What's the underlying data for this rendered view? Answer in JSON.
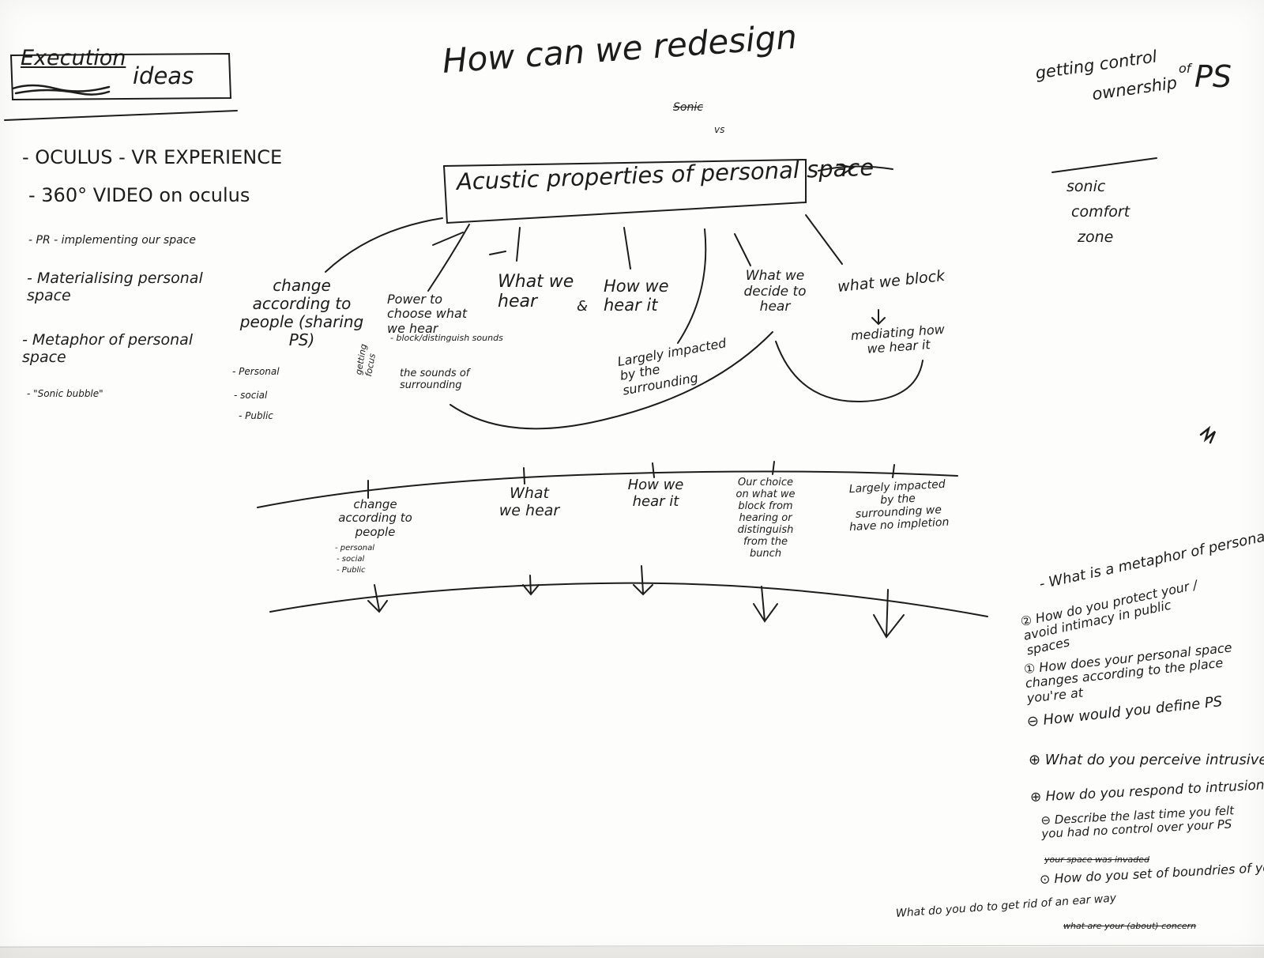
{
  "header": {
    "execution_label": "Execution",
    "ideas_label": "ideas",
    "title": "How can we redesign",
    "struck_word": "Sonic",
    "vs_label": "vs",
    "top_right_line1": "getting control",
    "top_right_line2": "ownership",
    "top_right_of": "of",
    "top_right_ps": "PS"
  },
  "execution_ideas": [
    "- OCULUS - VR EXPERIENCE",
    "- 360° VIDEO on oculus",
    "- PR - implementing our space",
    "- Materialising personal space",
    "- Metaphor of personal space",
    "- \"Sonic bubble\""
  ],
  "central_box": {
    "label": "Acustic properties of personal space"
  },
  "side_note": {
    "line1": "sonic",
    "line2": "comfort",
    "line3": "zone"
  },
  "branches": {
    "change_according": "change according to people (sharing PS)",
    "change_sub": [
      "- Personal",
      "- social",
      "- Public"
    ],
    "power_to_choose": "Power to choose what we hear",
    "power_sub": "- block/distinguish sounds",
    "power_sub2": "the sounds of surrounding",
    "getting_focus": "getting focus",
    "what_we_hear": "What we hear",
    "ampersand": "&",
    "how_we_hear": "How we hear it",
    "largely_impacted": "Largely impacted by the surrounding",
    "what_we_decide": "What we decide to hear",
    "what_we_block": "what we block",
    "mediating": "mediating how we hear it"
  },
  "timeline": {
    "items": [
      {
        "text": "change according to people",
        "sub": [
          "- personal",
          "- social",
          "- Public"
        ]
      },
      {
        "text": "What we hear",
        "sub": []
      },
      {
        "text": "How we hear it",
        "sub": []
      },
      {
        "text": "Our choice on what we block from hearing or distinguish from the bunch",
        "sub": []
      },
      {
        "text": "Largely impacted by the surrounding we have no impletion",
        "sub": []
      }
    ]
  },
  "questions": [
    "- What is a metaphor of personal space",
    "② How do you protect your / avoid intimacy in public spaces",
    "① How does your personal space changes according to the place you're at",
    "⊖ How would you define PS",
    "⊕ What do you perceive intrusive",
    "⊕ How do you respond to intrusion",
    "⊖ Describe the last time you felt you had no control over your PS",
    "⊙ How do you set of boundries of your PS",
    "What do you do to get rid of an ear way"
  ],
  "question_fragments": {
    "struck_line": "your space was invaded",
    "struck_bottom": "what are your (about) concern"
  }
}
